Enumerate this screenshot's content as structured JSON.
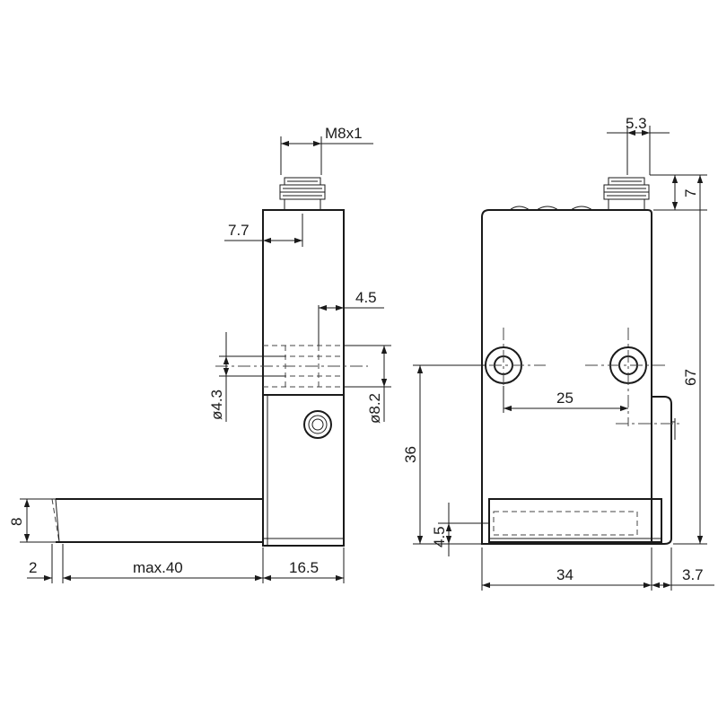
{
  "dimensions": {
    "thread": "M8x1",
    "side_offset": "7.7",
    "hole_offset": "4.5",
    "hole_dia": "ø4.3",
    "counterbore_dia": "ø8.2",
    "plate_thickness": "8",
    "plate_edge": "2",
    "plate_length": "max.40",
    "body_depth": "16.5",
    "connector_offset": "5.3",
    "connector_height": "7",
    "total_height": "67",
    "hole_spacing": "25",
    "hole_height": "36",
    "bottom_slot": "4.5",
    "body_width": "34",
    "side_tab": "3.7"
  }
}
